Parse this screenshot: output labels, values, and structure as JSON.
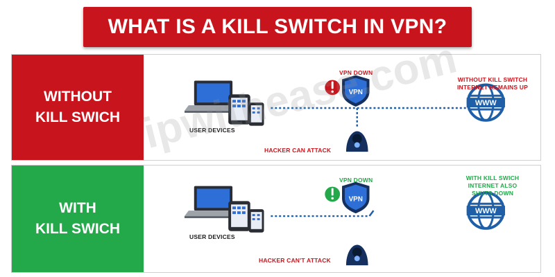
{
  "title": "WHAT IS A KILL SWITCH IN VPN?",
  "watermark": "ipwithease.com",
  "colors": {
    "red": "#c8141c",
    "green": "#23a84a",
    "blue": "#1f5fa8",
    "navy": "#15305e"
  },
  "without": {
    "side_line1": "WITHOUT",
    "side_line2": "KILL SWICH",
    "vpn_down": "VPN DOWN",
    "vpn_badge": "VPN",
    "internet_line1": "WITHOUT KILL SWITCH",
    "internet_line2": "INTERNET REMAINS UP",
    "user_devices": "USER DEVICES",
    "hacker": "HACKER CAN ATTACK",
    "www": "WWW"
  },
  "with": {
    "side_line1": "WITH",
    "side_line2": "KILL SWICH",
    "vpn_down": "VPN DOWN",
    "vpn_badge": "VPN",
    "internet_line1": "WITH KILL SWICH",
    "internet_line2": "INTERNET ALSO",
    "internet_line3": "SHUTS DOWN",
    "user_devices": "USER DEVICES",
    "hacker": "HACKER CAN'T ATTACK",
    "www": "WWW"
  }
}
